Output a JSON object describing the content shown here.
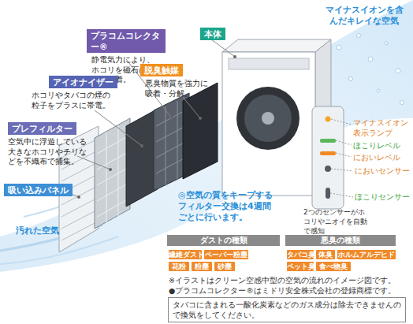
{
  "diagram": {
    "nodes": [
      {
        "text": [
          "プラコムコレクター®",
          "静電気力により、ホコリを磁石のように吸着。"
        ]
      },
      {
        "text": [
          "本体"
        ]
      },
      {
        "text": [
          "脱臭触媒",
          "悪臭物質を強力に吸着・分解。"
        ]
      },
      {
        "text": [
          "アイオナイザー",
          "ホコリやタバコの煙の粒子をプラスに帯電。"
        ]
      },
      {
        "text": [
          "プレフィルター",
          "空気中に浮遊している大きなホコリやチリなどを不織布で捕集。"
        ]
      },
      {
        "text": [
          "吸い込みパネル"
        ]
      },
      {
        "text": [
          "ダストの種類"
        ]
      },
      {
        "text": [
          "繊維ダスト"
        ]
      },
      {
        "text": [
          "ペーパー粉塵"
        ]
      },
      {
        "text": [
          "花粉"
        ]
      },
      {
        "text": [
          "粉塵"
        ]
      },
      {
        "text": [
          "砂塵"
        ]
      },
      {
        "text": [
          "悪臭の種類"
        ]
      },
      {
        "text": [
          "タバコ臭"
        ]
      },
      {
        "text": [
          "体臭"
        ]
      },
      {
        "text": [
          "ホルムアルデヒド"
        ]
      },
      {
        "text": [
          "ペット臭"
        ]
      },
      {
        "text": [
          "食べ物臭"
        ]
      },
      {
        "text": [
          "タバコに含まれる一酸化炭素などのガス成分は除去できませんので換気をしてください。"
        ]
      }
    ],
    "labels": [
      "マイナスイオンを含んだキレイな空気",
      "マイナスイオン表示ランプ",
      "ほこりレベル",
      "においレベル",
      "においセンサー",
      "ほこりセンサー",
      "2つのセンサーがホコリやニオイを自動で感知",
      "◎空気の質をキープするフィルター交換は4週間ごとに行います。",
      "汚れた空気",
      "※イラストはクリーン空感中型の空気の流れのイメージ図です。",
      "●プラコムコレクター®はミドリ安全株式会社の登録商標です。"
    ]
  }
}
